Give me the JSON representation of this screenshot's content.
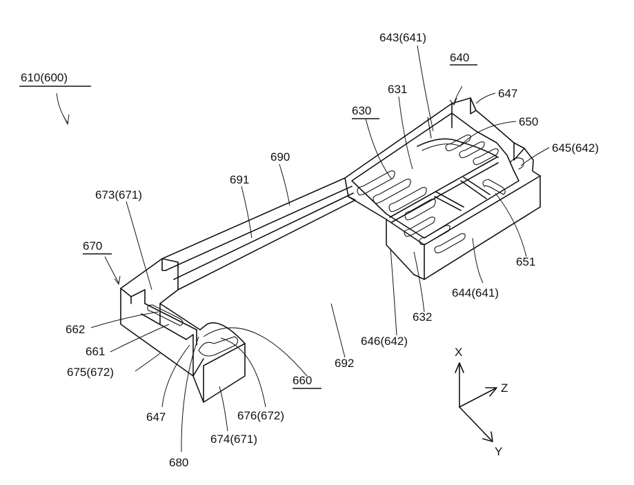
{
  "labels": {
    "l610": "610(600)",
    "l643": "643(641)",
    "l640": "640",
    "l631": "631",
    "l647a": "647",
    "l630": "630",
    "l650": "650",
    "l645": "645(642)",
    "l690": "690",
    "l691": "691",
    "l673": "673(671)",
    "l670": "670",
    "l651": "651",
    "l644": "644(641)",
    "l632": "632",
    "l662": "662",
    "l661": "661",
    "l692": "692",
    "l646": "646(642)",
    "l675": "675(672)",
    "l660": "660",
    "l647b": "647",
    "l676": "676(672)",
    "l674": "674(671)",
    "l680": "680"
  },
  "axes": {
    "x": "X",
    "y": "Y",
    "z": "Z"
  }
}
